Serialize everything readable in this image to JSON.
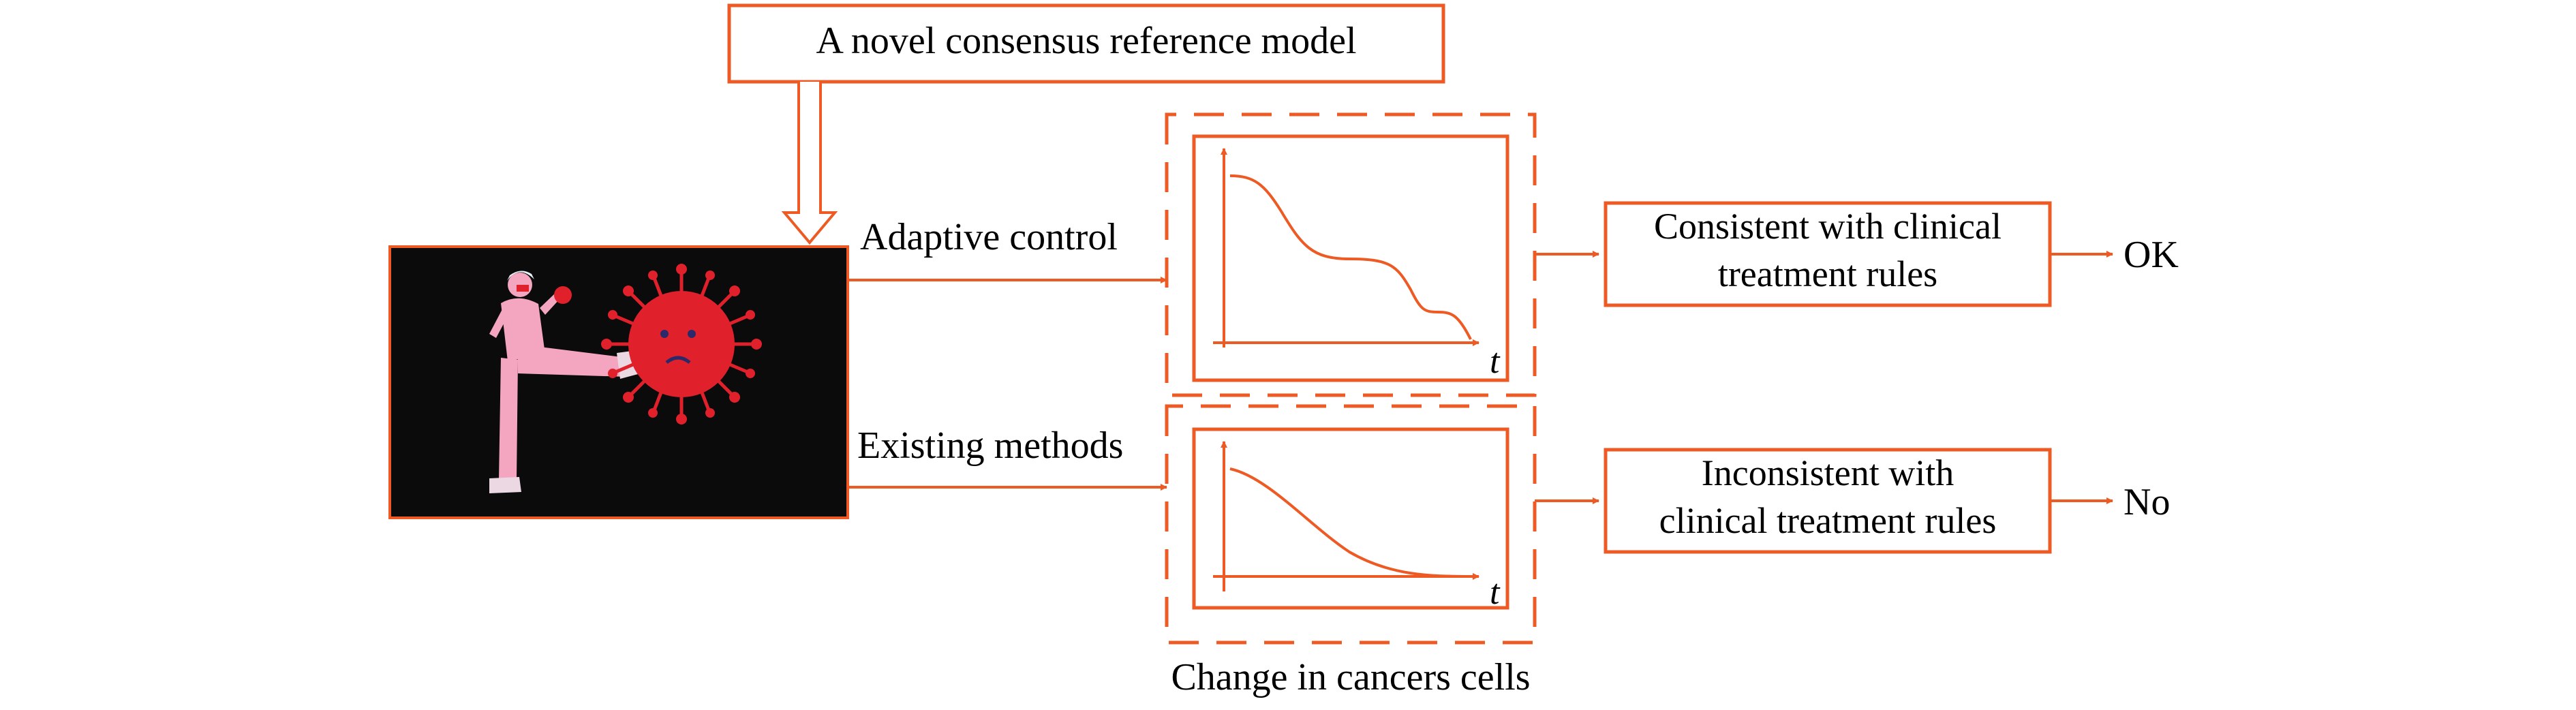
{
  "colors": {
    "accent": "#EE5A24",
    "text": "#000000",
    "photo_background": "#0b0b0b",
    "nurse_pink": "#F4A6C0",
    "virus_red": "#E0202B"
  },
  "diagram": {
    "top_box_label": "A novel consensus reference model",
    "photo": {
      "description_icon": "nurse-kicking-virus-illustration"
    },
    "branches": {
      "adaptive": {
        "arrow_label": "Adaptive control",
        "axis_label": "t",
        "result_lines": [
          "Consistent with clinical",
          "treatment rules"
        ],
        "outcome": "OK"
      },
      "existing": {
        "arrow_label": "Existing methods",
        "axis_label": "t",
        "result_lines": [
          "Inconsistent with",
          "clinical treatment rules"
        ],
        "outcome": "No"
      }
    },
    "caption": "Change in cancers cells"
  }
}
